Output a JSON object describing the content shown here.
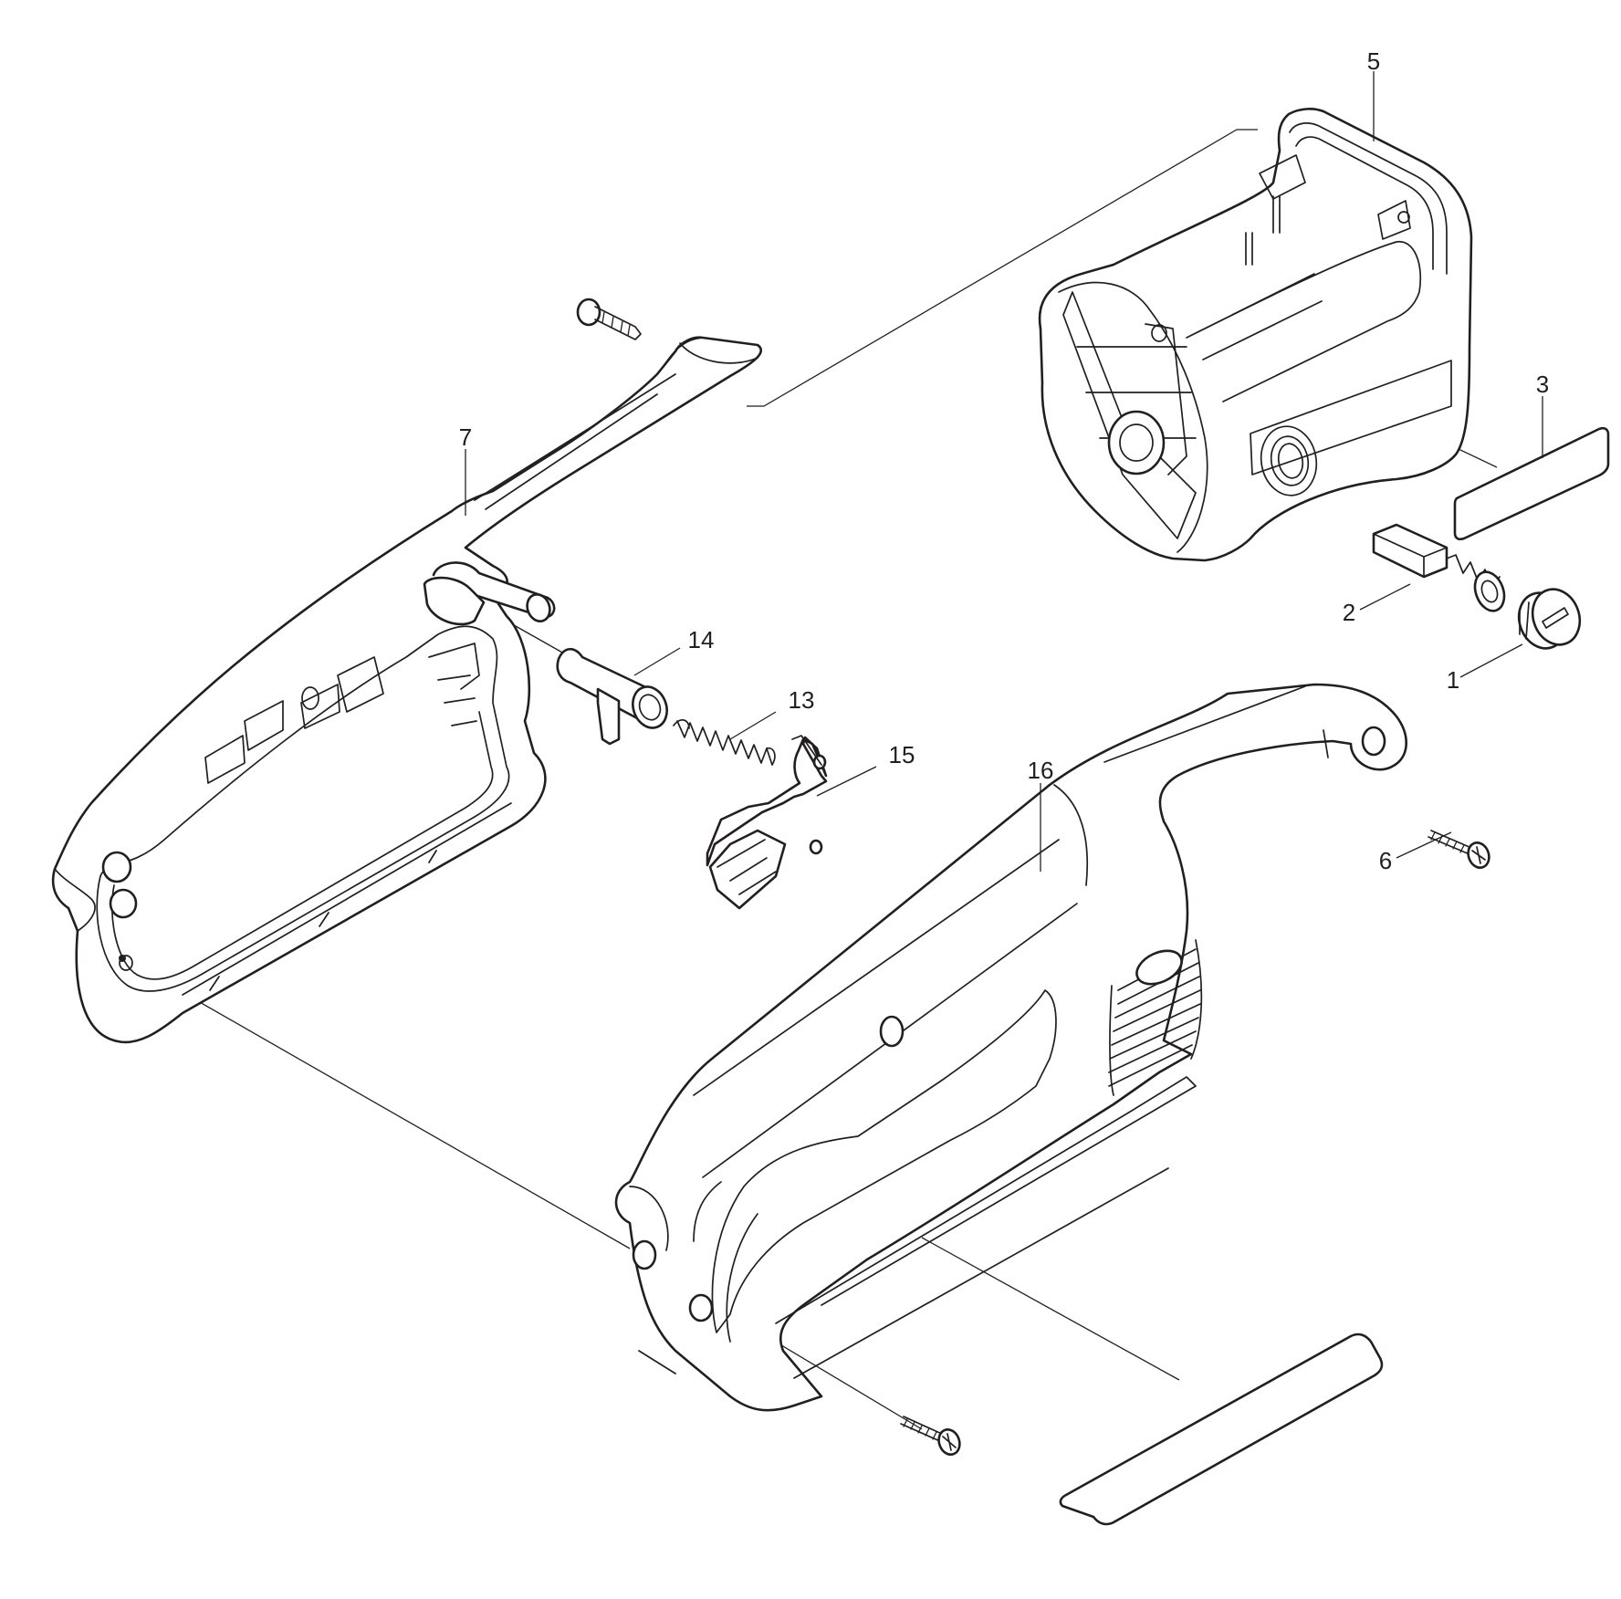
{
  "diagram": {
    "callouts": [
      {
        "id": "c1",
        "label": "1"
      },
      {
        "id": "c2",
        "label": "2"
      },
      {
        "id": "c3",
        "label": "3"
      },
      {
        "id": "c5",
        "label": "5"
      },
      {
        "id": "c6",
        "label": "6"
      },
      {
        "id": "c7",
        "label": "7"
      },
      {
        "id": "c13",
        "label": "13"
      },
      {
        "id": "c14",
        "label": "14"
      },
      {
        "id": "c15",
        "label": "15"
      },
      {
        "id": "c16",
        "label": "16"
      }
    ]
  },
  "colors": {
    "line": "#231f20",
    "background": "#ffffff"
  }
}
